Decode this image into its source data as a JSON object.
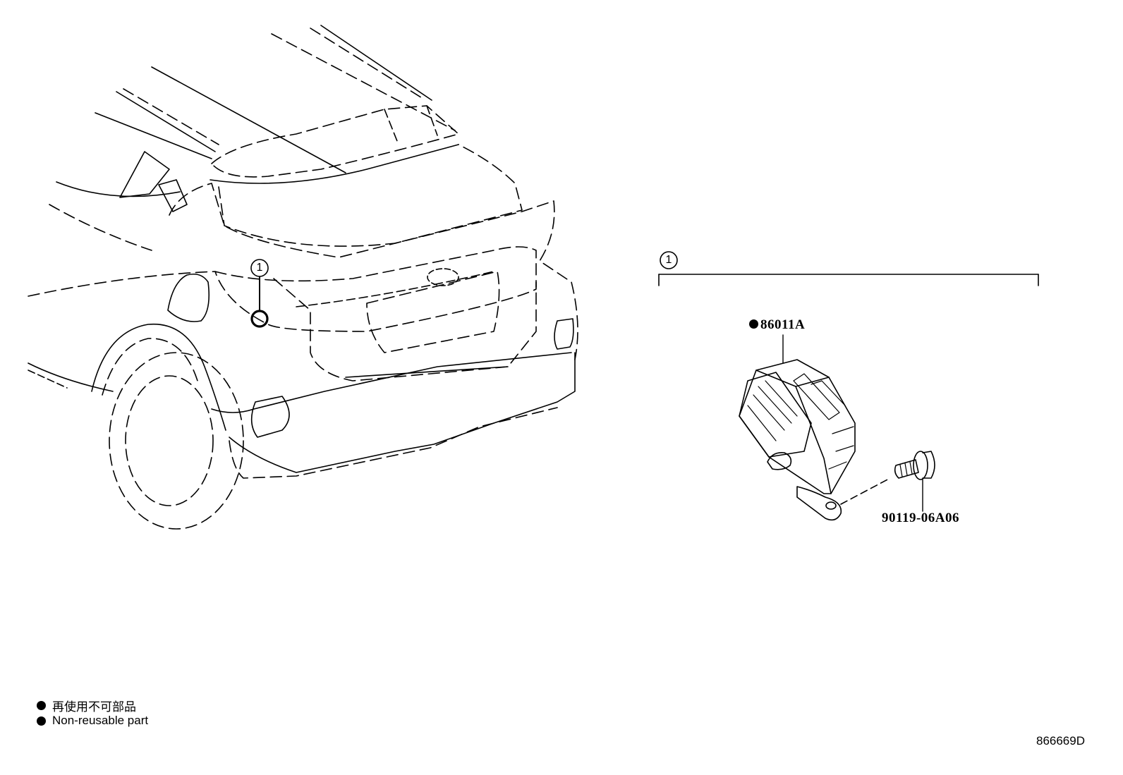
{
  "callouts": {
    "car_callout": "1",
    "assembly_callout": "1"
  },
  "parts": {
    "module_part_number": "86011A",
    "bolt_part_number": "90119-06A06"
  },
  "legend": {
    "japanese": "再使用不可部品",
    "english": "Non-reusable part"
  },
  "document_id": "866669D",
  "colors": {
    "ink": "#000000",
    "paper": "#ffffff"
  }
}
